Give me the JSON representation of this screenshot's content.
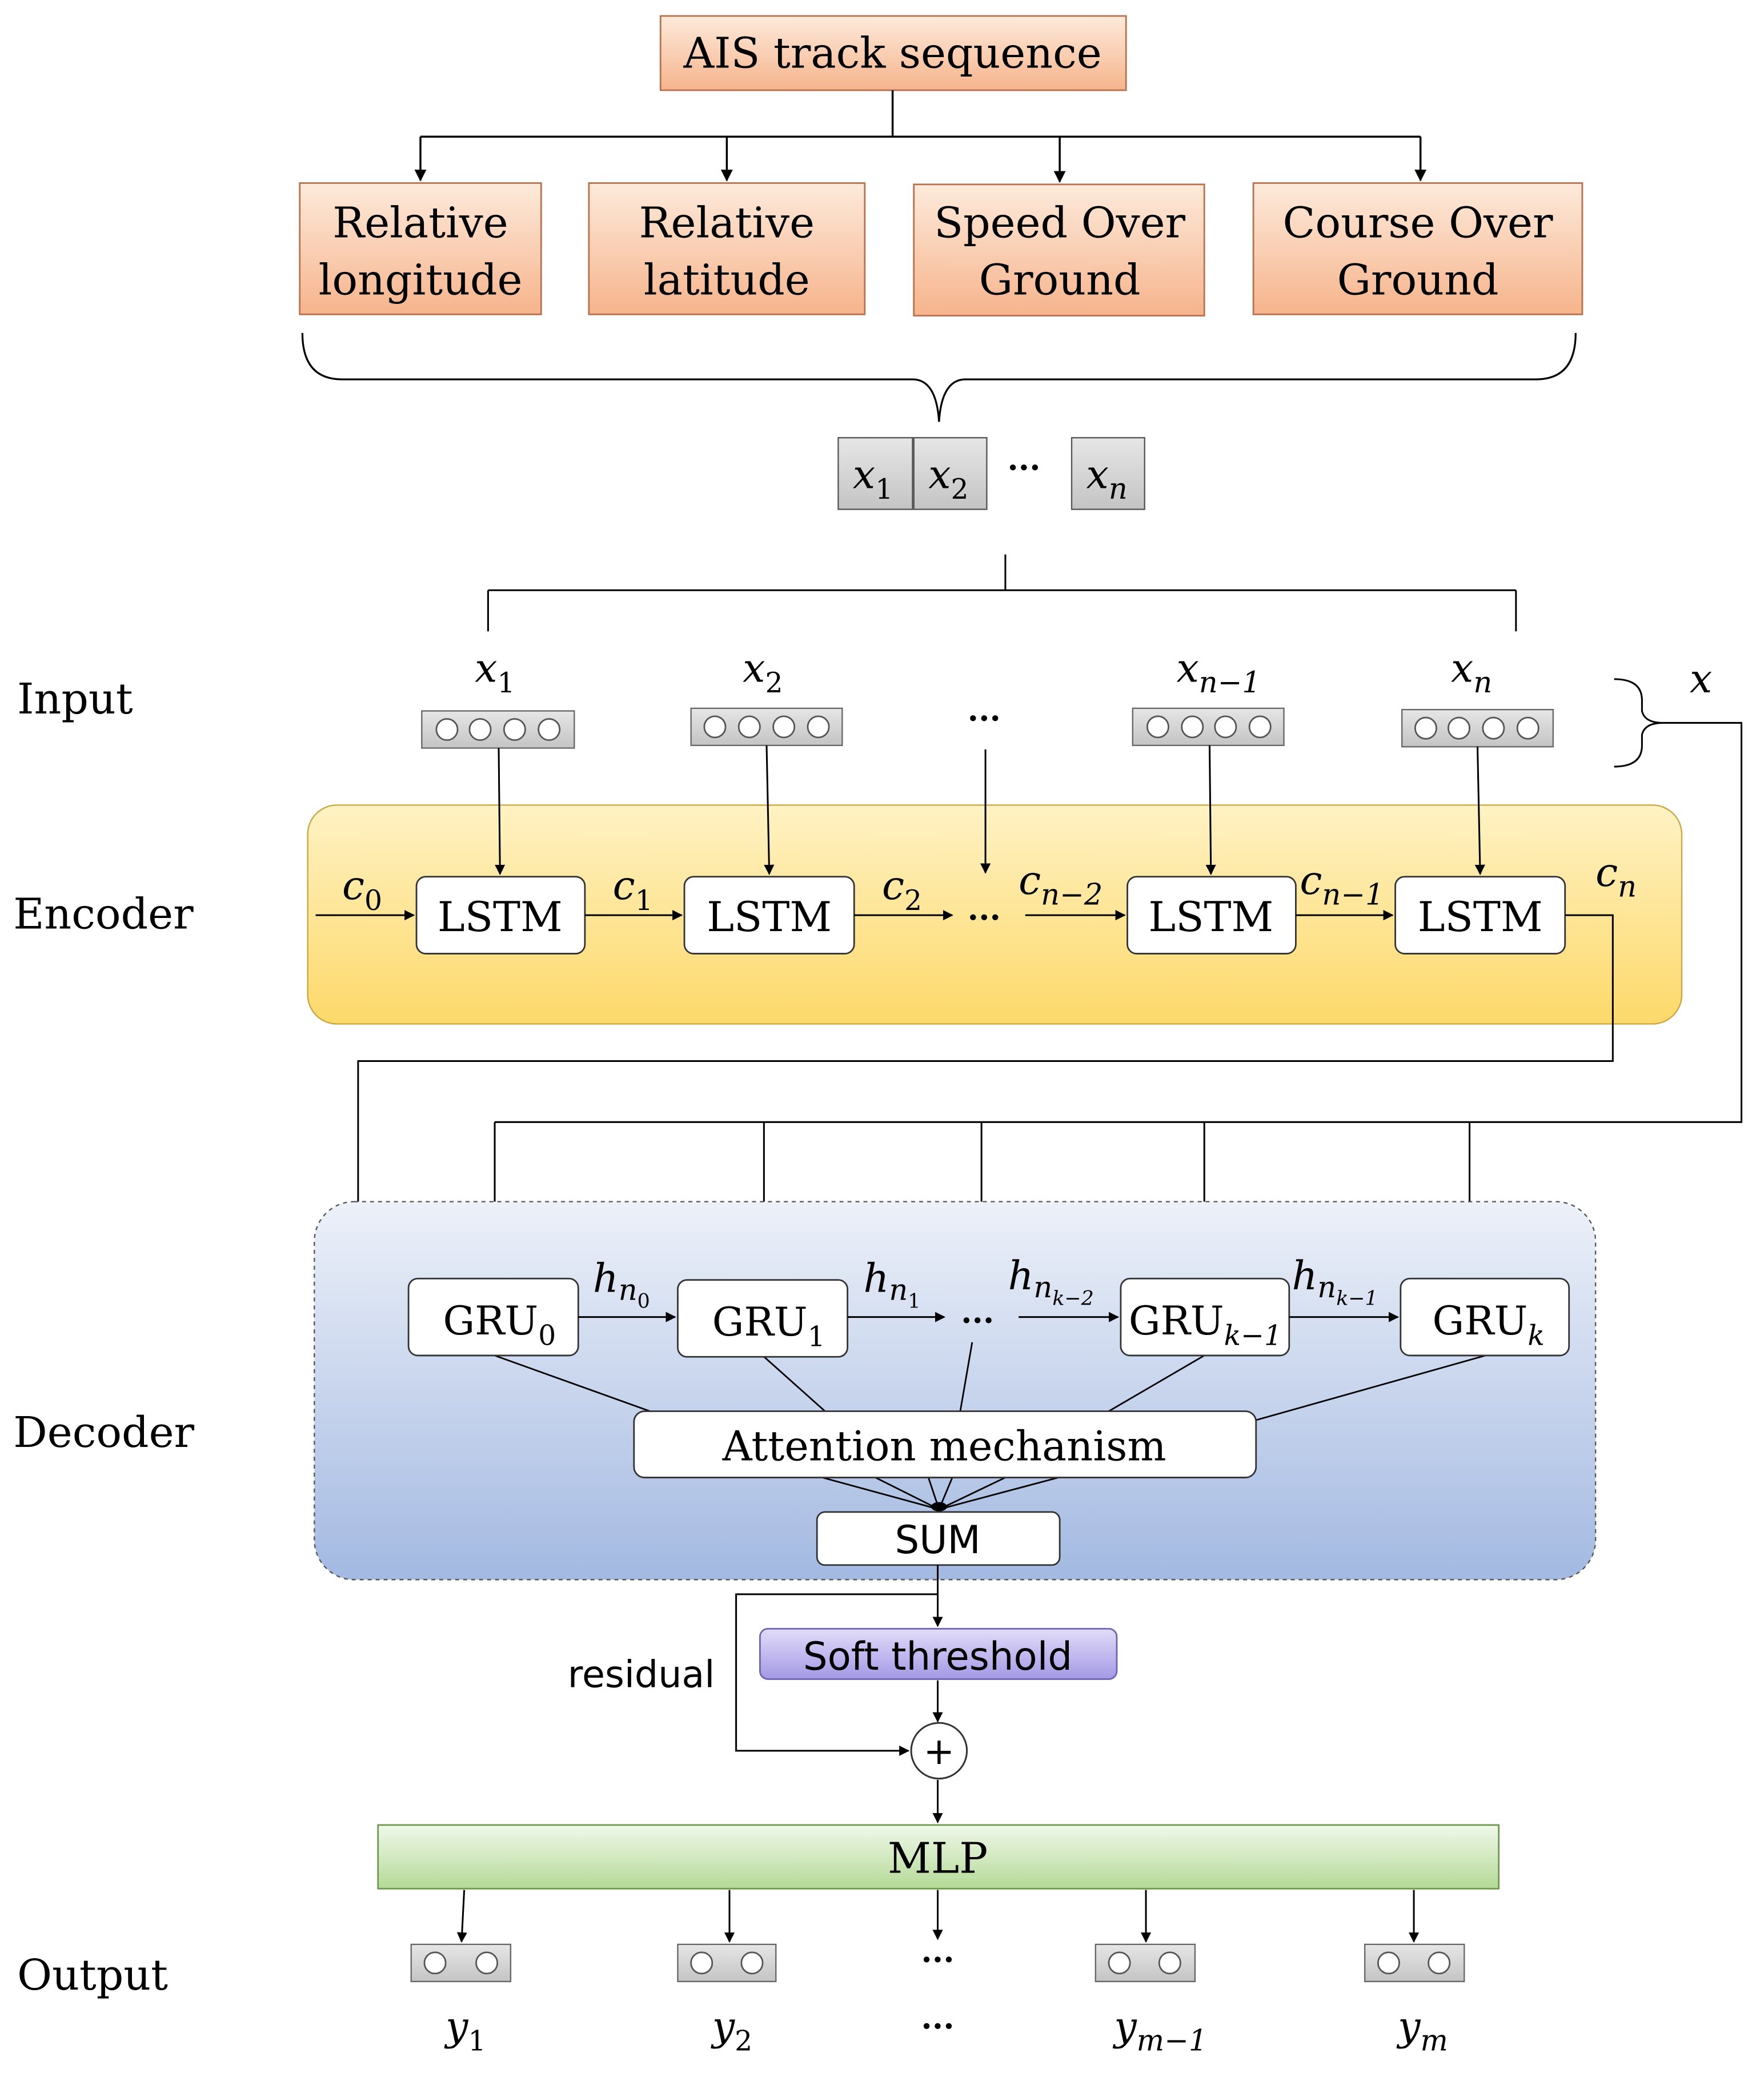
{
  "source": {
    "label": "AIS track sequence"
  },
  "features": [
    {
      "line1": "Relative",
      "line2": "longitude"
    },
    {
      "line1": "Relative",
      "line2": "latitude"
    },
    {
      "line1": "Speed Over",
      "line2": "Ground"
    },
    {
      "line1": "Course Over",
      "line2": "Ground"
    }
  ],
  "sequence": {
    "cells": [
      {
        "base": "x",
        "sub": "1"
      },
      {
        "base": "x",
        "sub": "2"
      },
      {
        "base": "x",
        "sub": "n"
      }
    ],
    "ellipsis": "···"
  },
  "rows": {
    "input": "Input",
    "encoder": "Encoder",
    "decoder": "Decoder",
    "output": "Output"
  },
  "input_vectors": [
    {
      "base": "x",
      "sub": "1"
    },
    {
      "base": "x",
      "sub": "2"
    },
    {
      "base": "x",
      "sub": "n−1"
    },
    {
      "base": "x",
      "sub": "n"
    }
  ],
  "input_ellipsis": "···",
  "x_label": "x",
  "encoder": {
    "cells": [
      "LSTM",
      "LSTM",
      "LSTM",
      "LSTM"
    ],
    "states": [
      {
        "base": "c",
        "sub": "0"
      },
      {
        "base": "c",
        "sub": "1"
      },
      {
        "base": "c",
        "sub": "2"
      },
      {
        "base": "c",
        "sub": "n−2"
      },
      {
        "base": "c",
        "sub": "n−1"
      },
      {
        "base": "c",
        "sub": "n"
      }
    ],
    "ellipsis": "···"
  },
  "decoder": {
    "cells": [
      {
        "base": "GRU",
        "sub": "0",
        "sub_italic": false
      },
      {
        "base": "GRU",
        "sub": "1",
        "sub_italic": false
      },
      {
        "base": "GRU",
        "sub": "k−1",
        "sub_italic": true
      },
      {
        "base": "GRU",
        "sub": "k",
        "sub_italic": true
      }
    ],
    "states": [
      {
        "base": "h",
        "sub": "n",
        "subsub": "0"
      },
      {
        "base": "h",
        "sub": "n",
        "subsub": "1"
      },
      {
        "base": "h",
        "sub": "n",
        "subsub": "k−2"
      },
      {
        "base": "h",
        "sub": "n",
        "subsub": "k−1"
      }
    ],
    "ellipsis": "···",
    "attention": "Attention mechanism",
    "sum": "SUM"
  },
  "residual_label": "residual",
  "soft_threshold": "Soft threshold",
  "add_symbol": "+",
  "mlp": "MLP",
  "outputs": [
    {
      "base": "y",
      "sub": "1"
    },
    {
      "base": "y",
      "sub": "2"
    },
    {
      "base": "y",
      "sub": "m−1"
    },
    {
      "base": "y",
      "sub": "m"
    }
  ],
  "output_ellipsis": "···",
  "colors": {
    "orange_top": "#fdeadb",
    "orange_bottom": "#f6b48c",
    "orange_border": "#c0714a",
    "gray_box": "#d0d0d0",
    "encoder_top": "#fff2c4",
    "encoder_bottom": "#fdd96a",
    "decoder_top": "#e9eef8",
    "decoder_bottom": "#a8bde3",
    "soft_top": "#dcd6f7",
    "soft_bottom": "#a99ee6",
    "mlp_top": "#eef7e6",
    "mlp_bottom": "#b7dc9b",
    "line": "#000000"
  }
}
